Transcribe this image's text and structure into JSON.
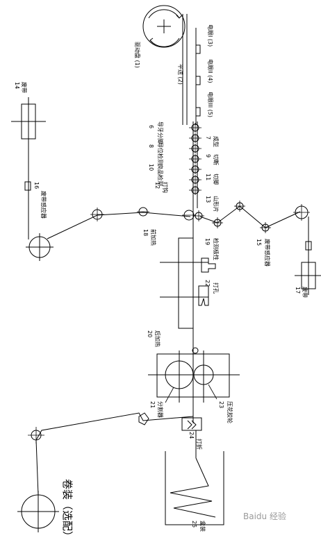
{
  "labels": {
    "l1": "驱动盘 (1)",
    "l2": "平送 (2)",
    "l3": "电眼I (3)",
    "l4": "电眼II (4)",
    "l5": "电眼III (5)",
    "n6": "6",
    "t6": "导牙分脚",
    "n7": "7",
    "t7": "成型",
    "n8": "8",
    "t8": "导位检测",
    "n9": "9",
    "t9": "切断",
    "n10": "10",
    "t10": "良品检测",
    "n11": "11",
    "t11": "切脚",
    "n12": "12",
    "t12": "打钩",
    "n13": "13",
    "t13": "山形片",
    "n14": "14",
    "t14": "废带",
    "n15": "15",
    "t15": "废带感应器",
    "n16": "16",
    "t16": "废带感应器",
    "n17": "17",
    "t17": "废带",
    "n18": "18",
    "t18": "前加热",
    "n19": "19",
    "t19": "检测极性",
    "n20": "20",
    "t20": "后加热",
    "n21": "21",
    "t21": "分割器",
    "n22": "22",
    "t22": "打孔",
    "n23": "23",
    "t23": "压花胶轮",
    "n24": "24",
    "t24": "打折",
    "n25": "25",
    "t25": "盒装",
    "reel": "卷装（选配）",
    "watermark": "Baidu 经验"
  }
}
